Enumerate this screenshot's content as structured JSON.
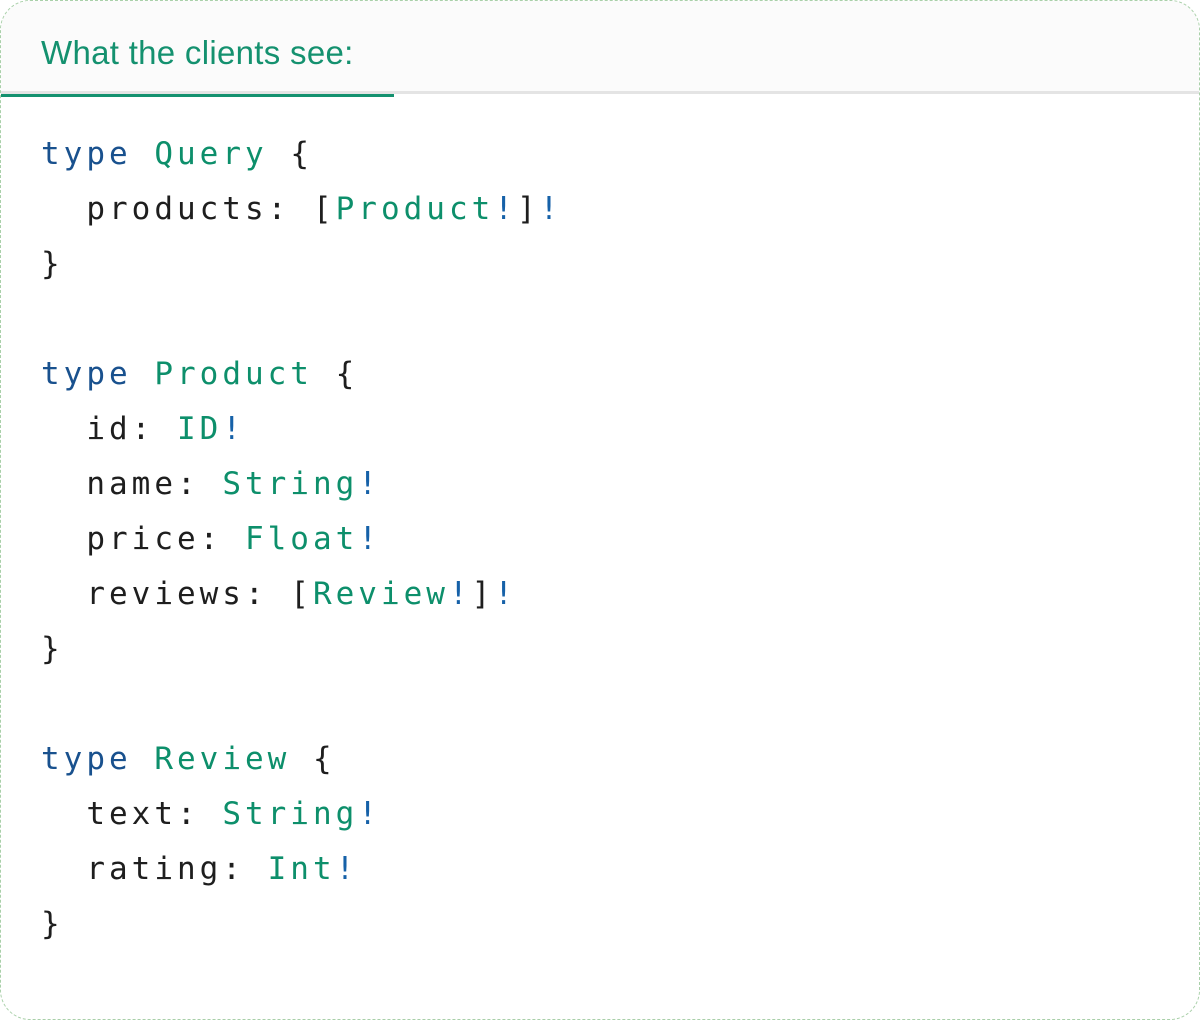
{
  "panel": {
    "tab_label": "What the clients see:",
    "colors": {
      "accent_teal": "#14916F",
      "tab_background": "#FBFBFB",
      "divider_gray": "#E4E4E4",
      "panel_border_green": "#A9D0A9",
      "code_plain": "#1E1E1E",
      "code_keyword_blue": "#19518E",
      "code_type_teal": "#0D8F6B",
      "code_bang_blue": "#1661A8"
    }
  },
  "code": {
    "language": "graphql",
    "lines": [
      [
        {
          "t": "type",
          "c": "kw"
        },
        {
          "t": " ",
          "c": "plain"
        },
        {
          "t": "Query",
          "c": "typ"
        },
        {
          "t": " {",
          "c": "plain"
        }
      ],
      [
        {
          "t": "  products: [",
          "c": "plain"
        },
        {
          "t": "Product",
          "c": "typ"
        },
        {
          "t": "!",
          "c": "bang"
        },
        {
          "t": "]",
          "c": "plain"
        },
        {
          "t": "!",
          "c": "bang"
        }
      ],
      [
        {
          "t": "}",
          "c": "plain"
        }
      ],
      [],
      [
        {
          "t": "type",
          "c": "kw"
        },
        {
          "t": " ",
          "c": "plain"
        },
        {
          "t": "Product",
          "c": "typ"
        },
        {
          "t": " {",
          "c": "plain"
        }
      ],
      [
        {
          "t": "  id: ",
          "c": "plain"
        },
        {
          "t": "ID",
          "c": "typ"
        },
        {
          "t": "!",
          "c": "bang"
        }
      ],
      [
        {
          "t": "  name: ",
          "c": "plain"
        },
        {
          "t": "String",
          "c": "typ"
        },
        {
          "t": "!",
          "c": "bang"
        }
      ],
      [
        {
          "t": "  price: ",
          "c": "plain"
        },
        {
          "t": "Float",
          "c": "typ"
        },
        {
          "t": "!",
          "c": "bang"
        }
      ],
      [
        {
          "t": "  reviews: [",
          "c": "plain"
        },
        {
          "t": "Review",
          "c": "typ"
        },
        {
          "t": "!",
          "c": "bang"
        },
        {
          "t": "]",
          "c": "plain"
        },
        {
          "t": "!",
          "c": "bang"
        }
      ],
      [
        {
          "t": "}",
          "c": "plain"
        }
      ],
      [],
      [
        {
          "t": "type",
          "c": "kw"
        },
        {
          "t": " ",
          "c": "plain"
        },
        {
          "t": "Review",
          "c": "typ"
        },
        {
          "t": " {",
          "c": "plain"
        }
      ],
      [
        {
          "t": "  text: ",
          "c": "plain"
        },
        {
          "t": "String",
          "c": "typ"
        },
        {
          "t": "!",
          "c": "bang"
        }
      ],
      [
        {
          "t": "  rating: ",
          "c": "plain"
        },
        {
          "t": "Int",
          "c": "typ"
        },
        {
          "t": "!",
          "c": "bang"
        }
      ],
      [
        {
          "t": "}",
          "c": "plain"
        }
      ]
    ]
  }
}
